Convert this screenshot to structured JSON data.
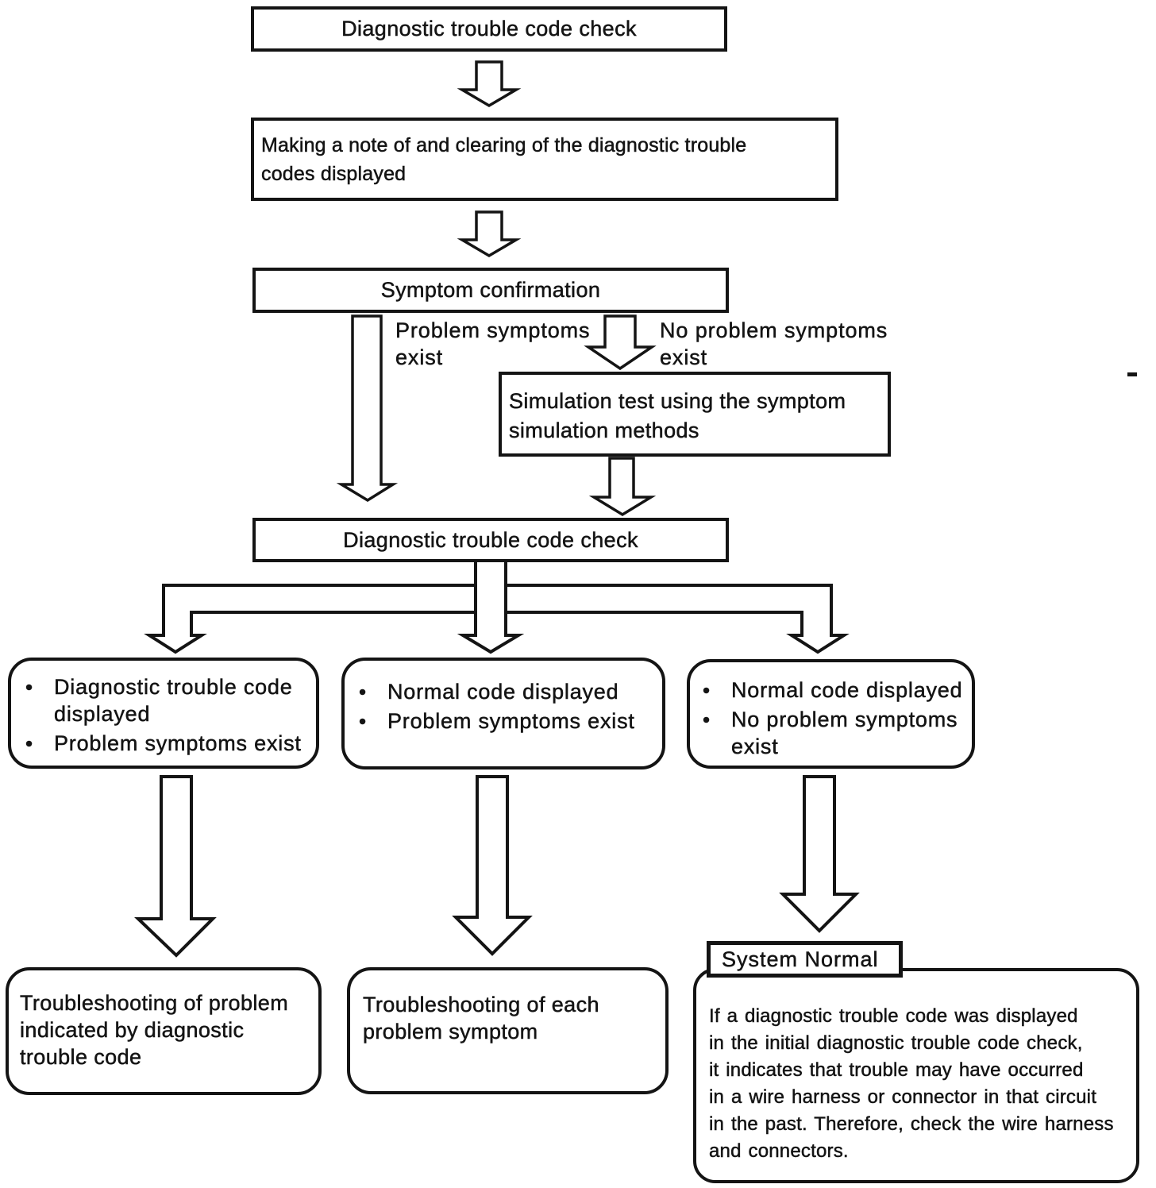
{
  "diagram": {
    "bullet": "•",
    "colors": {
      "ink": "#141414",
      "paper": "#ffffff"
    },
    "nodes": {
      "dtc_check_top": {
        "label": "Diagnostic trouble code check"
      },
      "note_and_clear": {
        "lines": [
          "Making a note of and clearing of the diagnostic trouble",
          "codes displayed"
        ]
      },
      "symptom_confirmation": {
        "label": "Symptom confirmation"
      },
      "simulation_test": {
        "lines": [
          "Simulation test using the symptom",
          "simulation methods"
        ]
      },
      "dtc_check_second": {
        "label": "Diagnostic trouble code check"
      }
    },
    "edge_labels": {
      "problem_symptoms_exist": {
        "lines": [
          "Problem symptoms",
          "exist"
        ]
      },
      "no_problem_symptoms_exist": {
        "lines": [
          "No problem symptoms",
          "exist"
        ]
      }
    },
    "result_cards": [
      {
        "items": [
          {
            "lines": [
              "Diagnostic trouble code",
              "displayed"
            ]
          },
          {
            "lines": [
              "Problem symptoms exist"
            ]
          }
        ]
      },
      {
        "items": [
          {
            "lines": [
              "Normal code displayed"
            ]
          },
          {
            "lines": [
              "Problem symptoms exist"
            ]
          }
        ]
      },
      {
        "items": [
          {
            "lines": [
              "Normal code displayed"
            ]
          },
          {
            "lines": [
              "No problem symptoms",
              "exist"
            ]
          }
        ]
      }
    ],
    "outcomes": {
      "troubleshoot_by_code": {
        "lines": [
          "Troubleshooting of problem",
          "indicated by diagnostic",
          "trouble code"
        ]
      },
      "troubleshoot_each_symptom": {
        "lines": [
          "Troubleshooting of each",
          "problem symptom"
        ]
      },
      "system_normal": {
        "title": "System Normal",
        "lines": [
          "If a diagnostic trouble code was displayed",
          "in the initial diagnostic trouble code check,",
          "it indicates that trouble may have occurred",
          "in a wire harness or connector in that circuit",
          "in the past. Therefore, check the wire harness",
          "and connectors."
        ]
      }
    }
  }
}
